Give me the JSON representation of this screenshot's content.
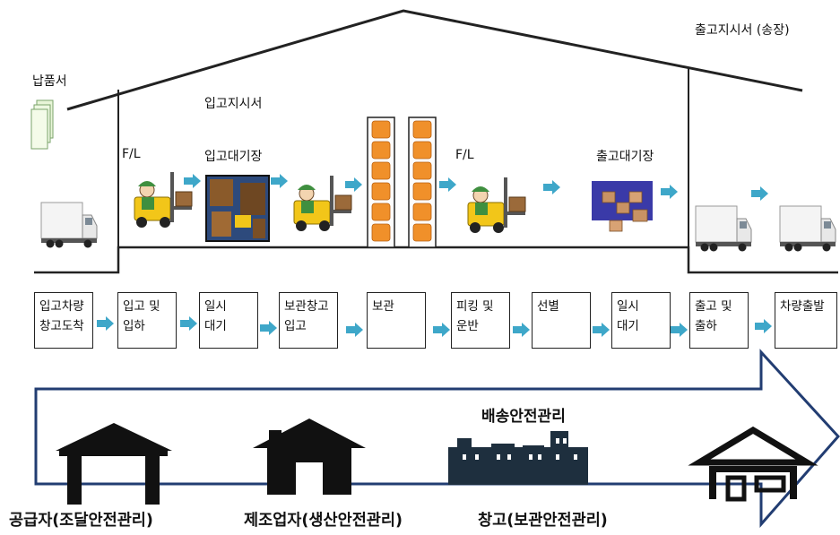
{
  "top_labels": {
    "delivery_note": "납품서",
    "inbound_instruction": "입고지시서",
    "outbound_instruction": "출고지시서 (송장)",
    "forklift_1": "F/L",
    "forklift_2": "F/L",
    "inbound_wait": "입고대기장",
    "outbound_wait": "출고대기장"
  },
  "process_steps": [
    {
      "line1": "입고차량",
      "line2": "창고도착"
    },
    {
      "line1": "입고 및",
      "line2": "입하"
    },
    {
      "line1": "일시",
      "line2": "대기"
    },
    {
      "line1": "보관창고",
      "line2": "입고"
    },
    {
      "line1": "보관",
      "line2": ""
    },
    {
      "line1": "피킹 및",
      "line2": "운반"
    },
    {
      "line1": "선별",
      "line2": ""
    },
    {
      "line1": "일시",
      "line2": "대기"
    },
    {
      "line1": "출고 및",
      "line2": "출하"
    },
    {
      "line1": "차량출발",
      "line2": ""
    }
  ],
  "bottom": {
    "delivery_safety": "배송안전관리",
    "supplier": "공급자(조달안전관리)",
    "manufacturer": "제조업자(생산안전관리)",
    "warehouse": "창고(보관안전관리)"
  },
  "colors": {
    "arrow_cyan": "#3ea7c9",
    "flow_navy": "#223d72",
    "box_orange": "#f0902a",
    "forklift_yellow": "#f2c619"
  }
}
